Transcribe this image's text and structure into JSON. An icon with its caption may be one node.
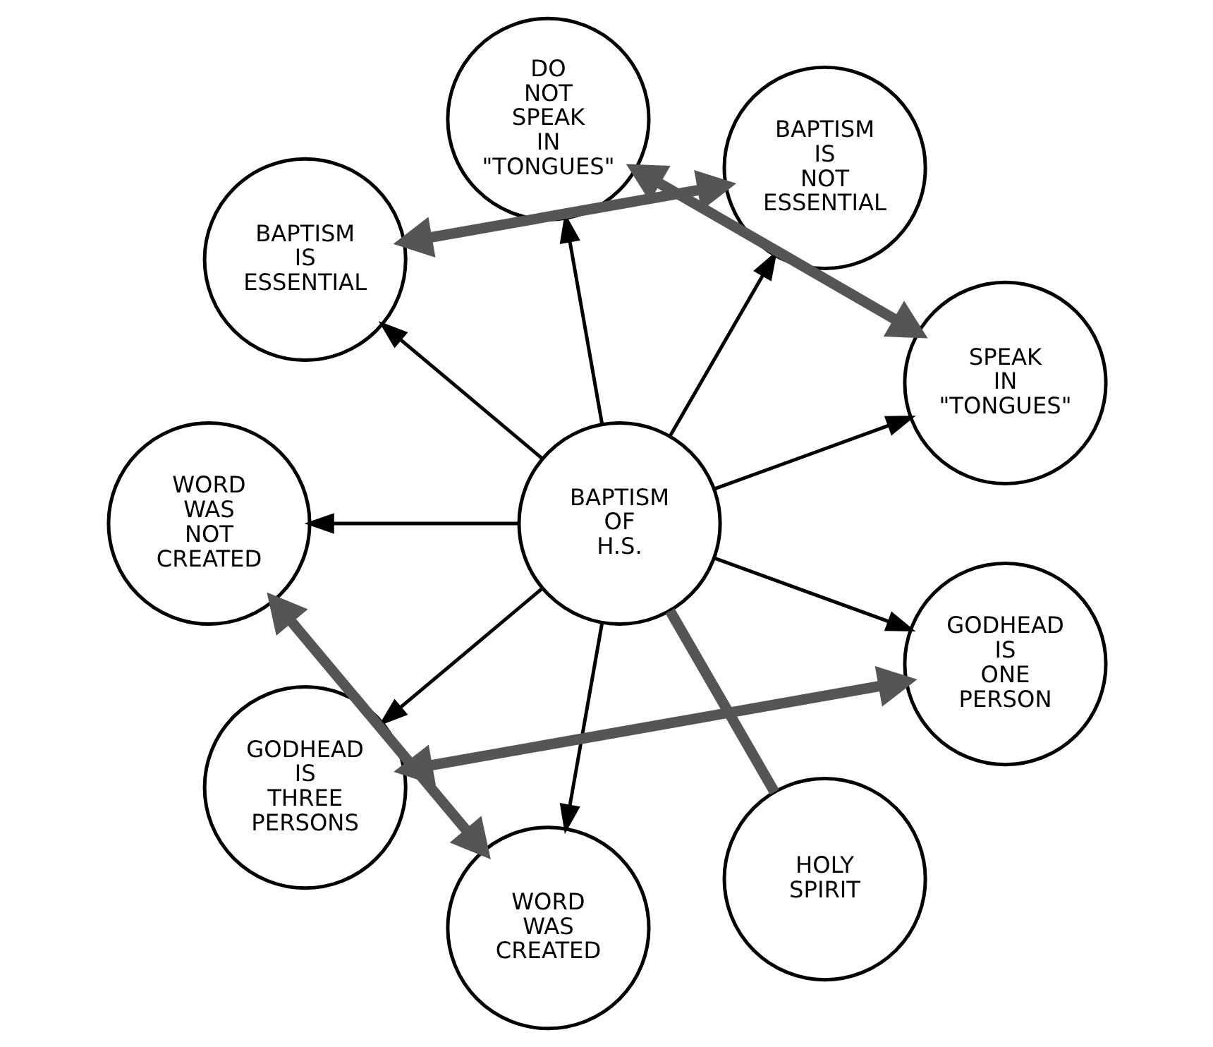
{
  "diagram": {
    "nodes": [
      {
        "text": [
          "BAPTISM OF H.S."
        ]
      },
      {
        "text": [
          "SPEAK IN \"TONGUES\""
        ]
      },
      {
        "text": [
          "BAPTISM IS NOT ESSENTIAL"
        ]
      },
      {
        "text": [
          "DO NOT SPEAK IN \"TONGUES\""
        ]
      },
      {
        "text": [
          "BAPTISM IS ESSENTIAL"
        ]
      },
      {
        "text": [
          "WORD WAS NOT CREATED"
        ]
      },
      {
        "text": [
          "GODHEAD IS THREE PERSONS"
        ]
      },
      {
        "text": [
          "WORD WAS CREATED"
        ]
      },
      {
        "text": [
          "HOLY SPIRIT"
        ]
      },
      {
        "text": [
          "GODHEAD IS ONE PERSON"
        ]
      }
    ],
    "edges": [
      {
        "from": 0,
        "to": 1,
        "arrow": "to"
      },
      {
        "from": 0,
        "to": 2,
        "arrow": "to"
      },
      {
        "from": 0,
        "to": 3,
        "arrow": "to"
      },
      {
        "from": 0,
        "to": 4,
        "arrow": "to"
      },
      {
        "from": 0,
        "to": 5,
        "arrow": "to"
      },
      {
        "from": 0,
        "to": 6,
        "arrow": "to"
      },
      {
        "from": 0,
        "to": 7,
        "arrow": "to"
      },
      {
        "from": 0,
        "to": 8,
        "arrow": "none",
        "style": "thick"
      },
      {
        "from": 0,
        "to": 9,
        "arrow": "to"
      },
      {
        "from": 3,
        "to": 1,
        "arrow": "both",
        "style": "thick"
      },
      {
        "from": 2,
        "to": 4,
        "arrow": "both",
        "style": "thick"
      },
      {
        "from": 5,
        "to": 7,
        "arrow": "both",
        "style": "thick"
      },
      {
        "from": 6,
        "to": 9,
        "arrow": "both",
        "style": "thick"
      }
    ]
  }
}
